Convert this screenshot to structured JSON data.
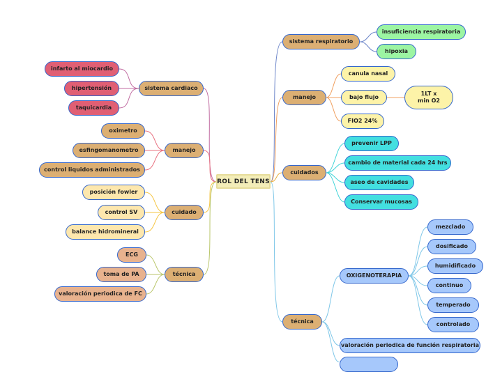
{
  "root": "ROL DEL TENS",
  "left": {
    "cardiaco": {
      "label": "sistema cardiaco",
      "items": [
        "infarto al miocardio",
        "hipertensión",
        "taquicardia"
      ]
    },
    "manejo": {
      "label": "manejo",
      "items": [
        "oximetro",
        "esfingomanometro",
        "control liquidos administrados"
      ]
    },
    "cuidado": {
      "label": "cuidado",
      "items": [
        "posición fowler",
        "control SV",
        "balance hidromineral"
      ]
    },
    "tecnica": {
      "label": "técnica",
      "items": [
        "ECG",
        "toma de PA",
        "valoración periodica de FC"
      ]
    }
  },
  "right": {
    "respiratorio": {
      "label": "sistema respiratorio",
      "items": [
        "insuficiencia respiratoria",
        "hipoxia"
      ]
    },
    "manejo": {
      "label": "manejo",
      "items": [
        "canula nasal",
        "bajo flujo",
        "FIO2 24%"
      ],
      "sub": [
        "1LT x",
        "min O2"
      ]
    },
    "cuidados": {
      "label": "cuidados",
      "items": [
        "prevenir LPP",
        "cambio de material cada 24 hrs",
        "aseo de cavidades",
        "Conservar mucosas"
      ]
    },
    "tecnica": {
      "label": "técnica",
      "oxigeno": "OXIGENOTERAPIA",
      "items": [
        "mezclado",
        "dosificado",
        "humidificado",
        "continuo",
        "temperado",
        "controlado"
      ],
      "valoracion": "valoración periodica de función respiratoria"
    }
  },
  "colors": {
    "left_cardiaco": "#d46a9a",
    "left_manejo": "#e8707f",
    "left_cuidado": "#f5c542",
    "left_tecnica": "#b9c66a",
    "right_resp": "#6d86c9",
    "right_manejo": "#f0a060",
    "right_cuidados": "#e8b040",
    "right_tecnica": "#7fc7e8"
  }
}
